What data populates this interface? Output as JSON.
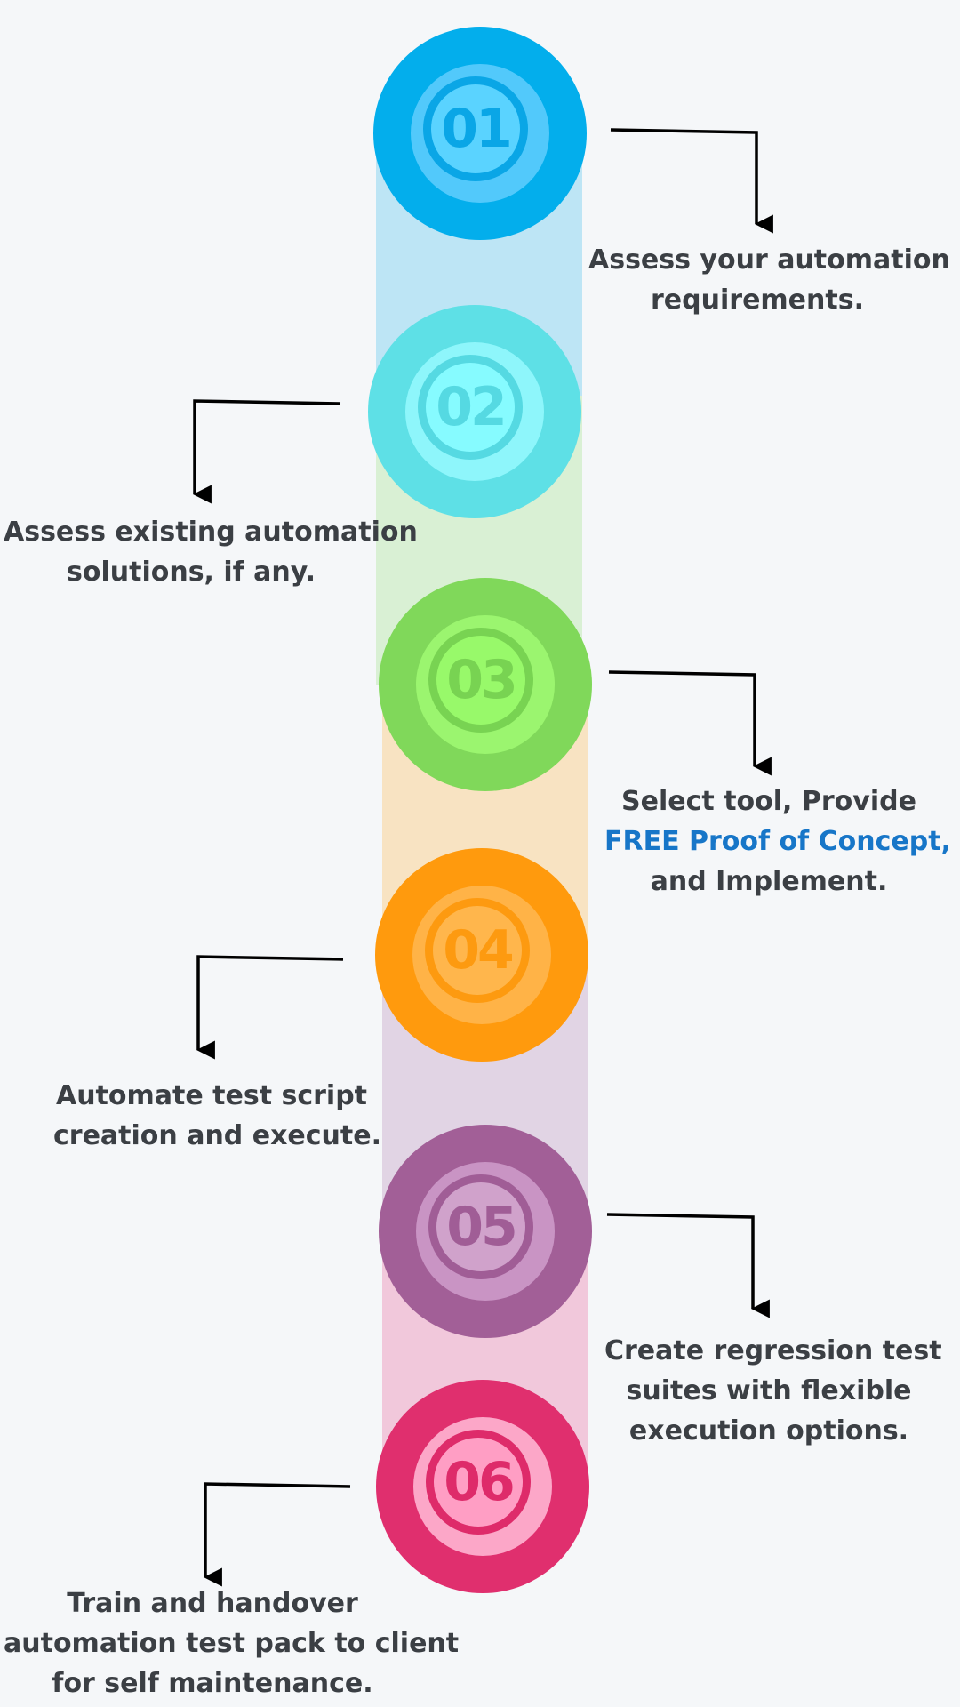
{
  "steps": [
    {
      "number": "01",
      "lines": [
        "Assess your automation",
        "requirements."
      ]
    },
    {
      "number": "02",
      "lines": [
        "Assess existing automation",
        "solutions, if any."
      ]
    },
    {
      "number": "03",
      "lines": [
        "Select tool, Provide",
        "FREE Proof of Concept,",
        "and Implement."
      ]
    },
    {
      "number": "04",
      "lines": [
        "Automate test script",
        "creation and execute."
      ]
    },
    {
      "number": "05",
      "lines": [
        "Create regression test",
        "suites with flexible",
        "execution options."
      ]
    },
    {
      "number": "06",
      "lines": [
        "Train and handover",
        "automation test pack to client",
        "for self maintenance."
      ]
    }
  ],
  "colors": {
    "step1": {
      "outer": "#03aeec",
      "ring": "#52c9fb",
      "core": "#5ad3ff",
      "text": "#0aa6e6",
      "band": "#bde5f5"
    },
    "step2": {
      "outer": "#5ee0e6",
      "ring": "#8ef6fb",
      "core": "#86fbff",
      "text": "#55d9e2",
      "band": "#d9f0d4"
    },
    "step3": {
      "outer": "#80d85a",
      "ring": "#9bf56f",
      "core": "#98f96a",
      "text": "#78d352",
      "band": "#f8e3c2"
    },
    "step4": {
      "outer": "#ff9a0d",
      "ring": "#ffb347",
      "core": "#ffb64c",
      "text": "#fd9a10",
      "band": "#e1d4e4"
    },
    "step5": {
      "outer": "#a25f97",
      "ring": "#c994c4",
      "core": "#d0a2cb",
      "text": "#a05d96",
      "band": "#f1c8db"
    },
    "step6": {
      "outer": "#e02f6e",
      "ring": "#fca7c8",
      "core": "#ff9ec4",
      "text": "#de2b6a",
      "band": "#f1c8db"
    },
    "highlight": "#1776c8",
    "label_text": "#3b3f44",
    "connector": "#000000"
  }
}
